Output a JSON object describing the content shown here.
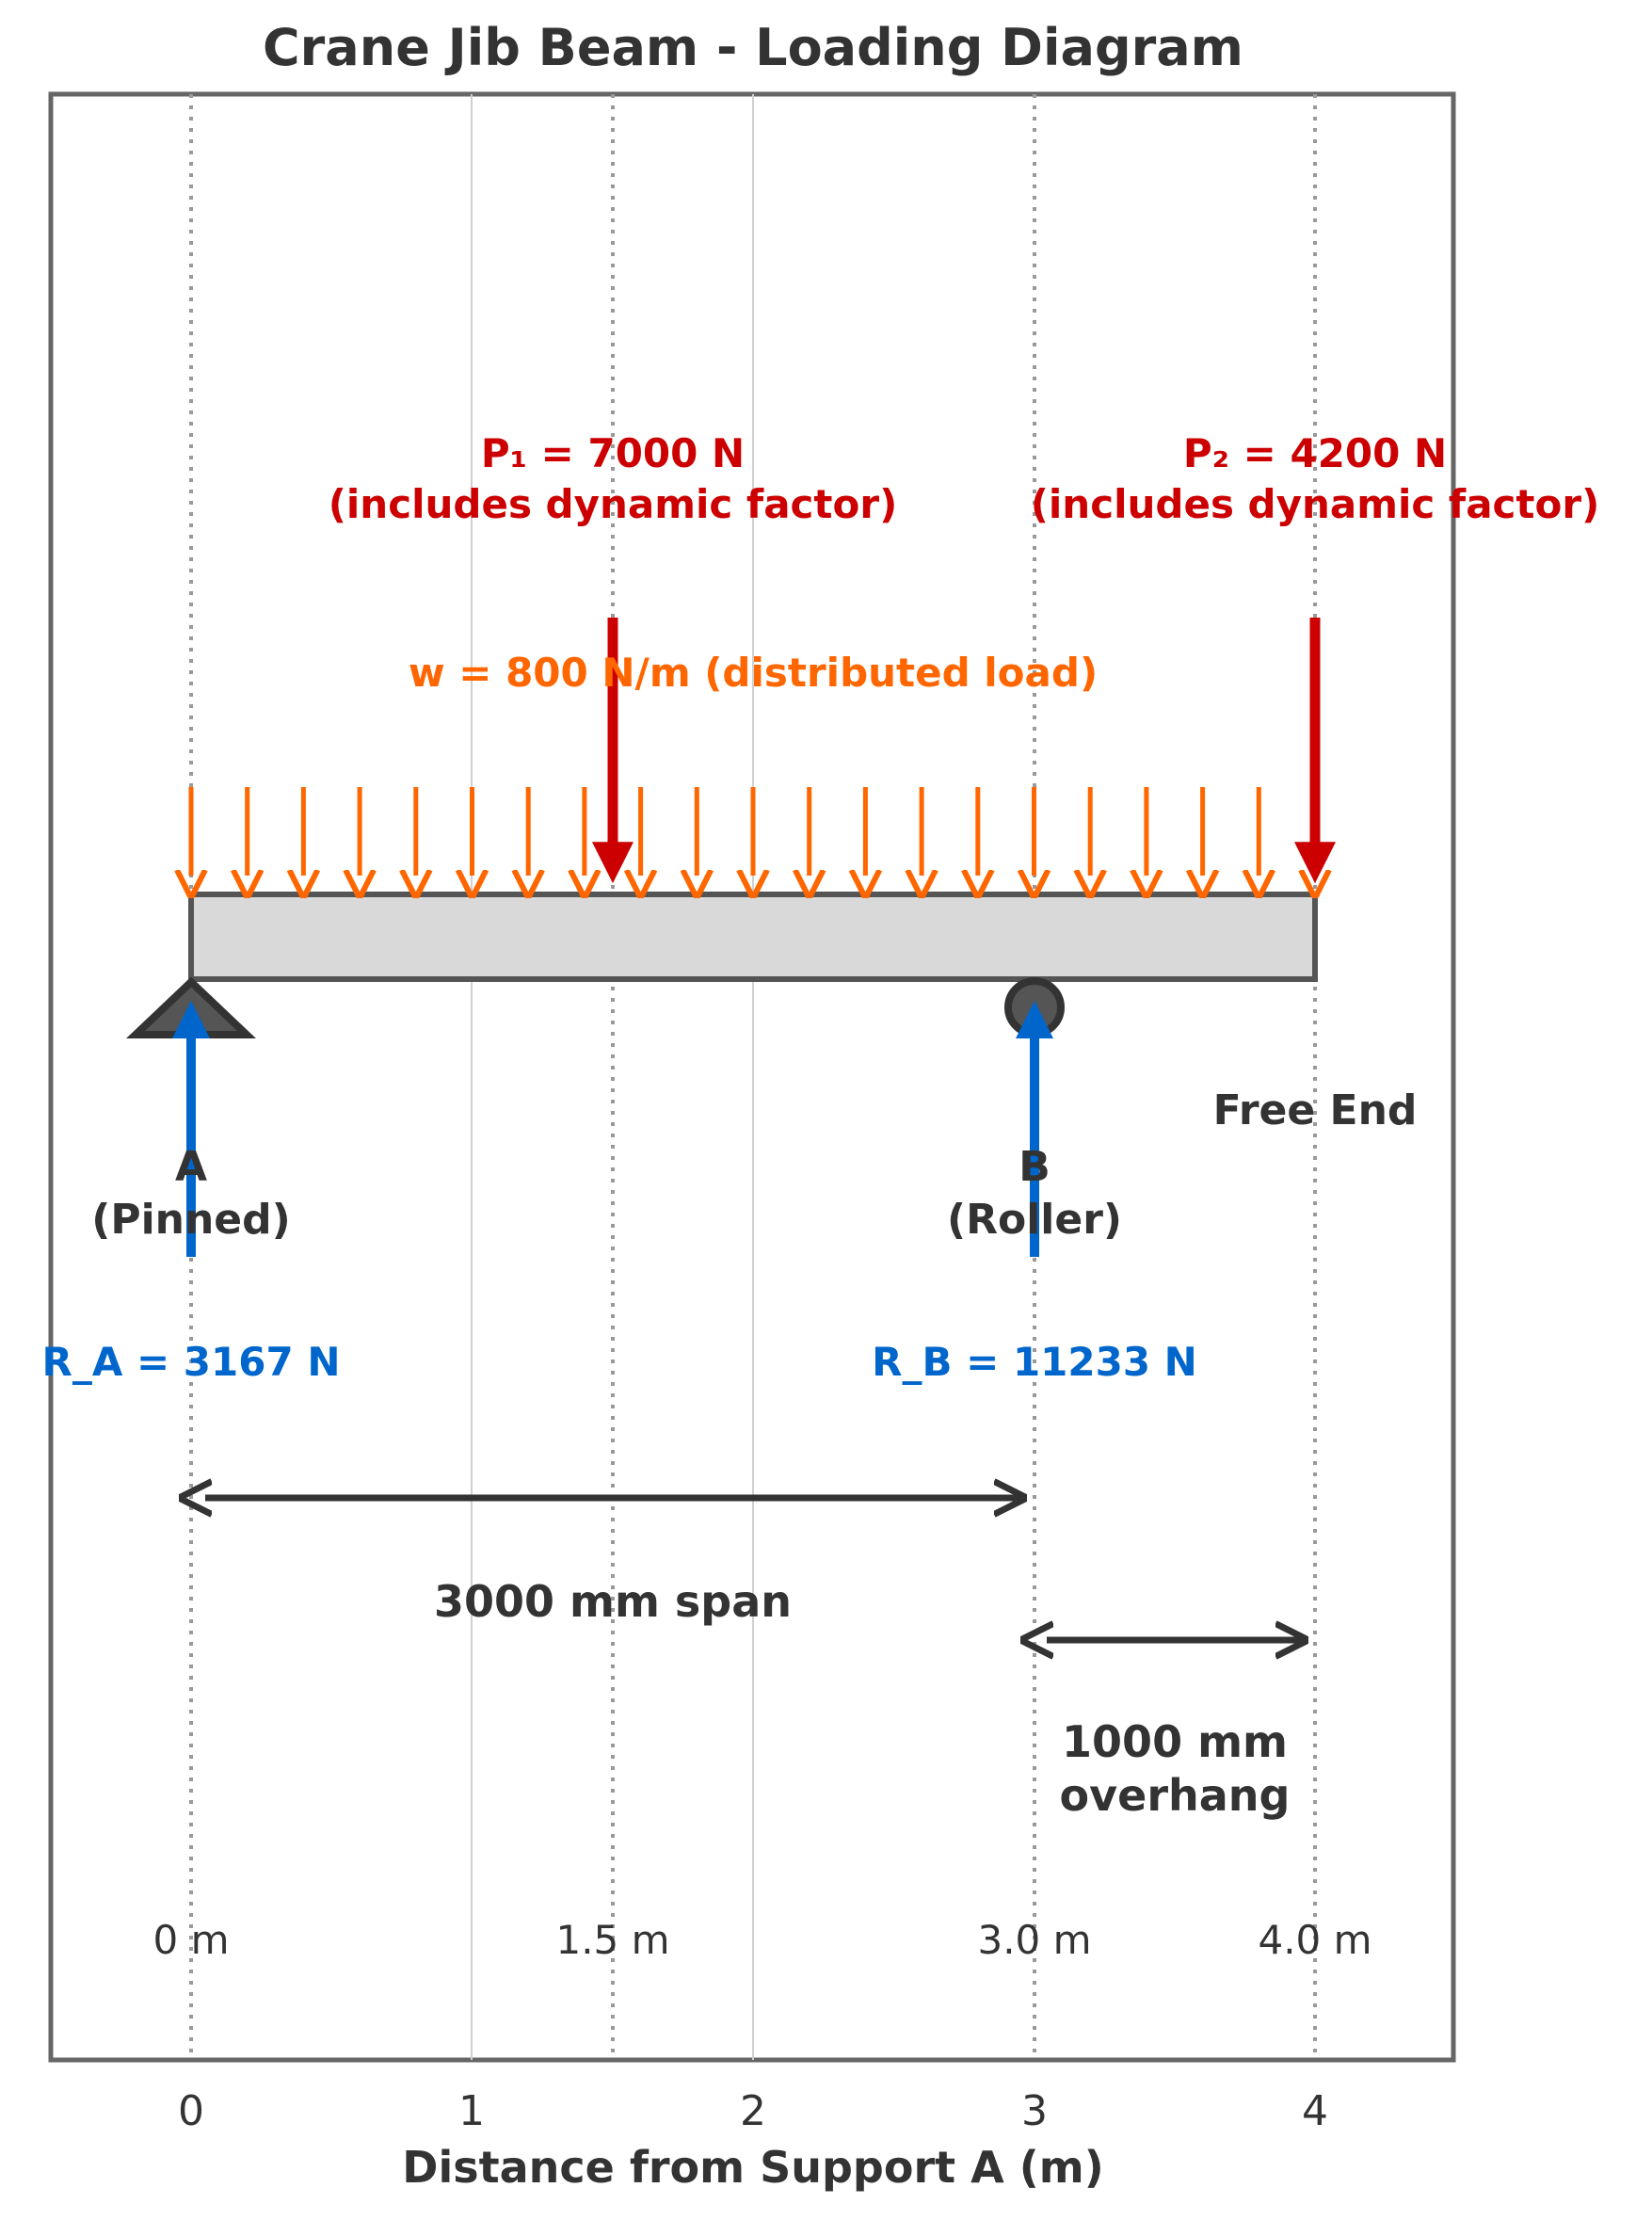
{
  "title": "Crane Jib Beam - Loading Diagram",
  "xlabel": "Distance from Support A (m)",
  "x_ticks": [
    "0",
    "1",
    "2",
    "3",
    "4"
  ],
  "support_a": {
    "name": "A",
    "type": "(Pinned)",
    "reaction": "R_A = 3167 N"
  },
  "support_b": {
    "name": "B",
    "type": "(Roller)",
    "reaction": "R_B = 11233 N"
  },
  "free_end": "Free End",
  "load_p1": {
    "line1": "P₁ = 7000 N",
    "line2": "(includes dynamic factor)"
  },
  "load_p2": {
    "line1": "P₂ = 4200 N",
    "line2": "(includes dynamic factor)"
  },
  "distributed_load": "w = 800 N/m (distributed load)",
  "span_label": "3000 mm span",
  "overhang_label": {
    "line1": "1000 mm",
    "line2": "overhang"
  },
  "position_labels": [
    "0 m",
    "1.5 m",
    "3.0 m",
    "4.0 m"
  ],
  "colors": {
    "point_load": "#cc0000",
    "distributed": "#ff6600",
    "reaction": "#0066cc",
    "text": "#333333",
    "beam_fill": "#d9d9d9",
    "frame": "#666666"
  }
}
